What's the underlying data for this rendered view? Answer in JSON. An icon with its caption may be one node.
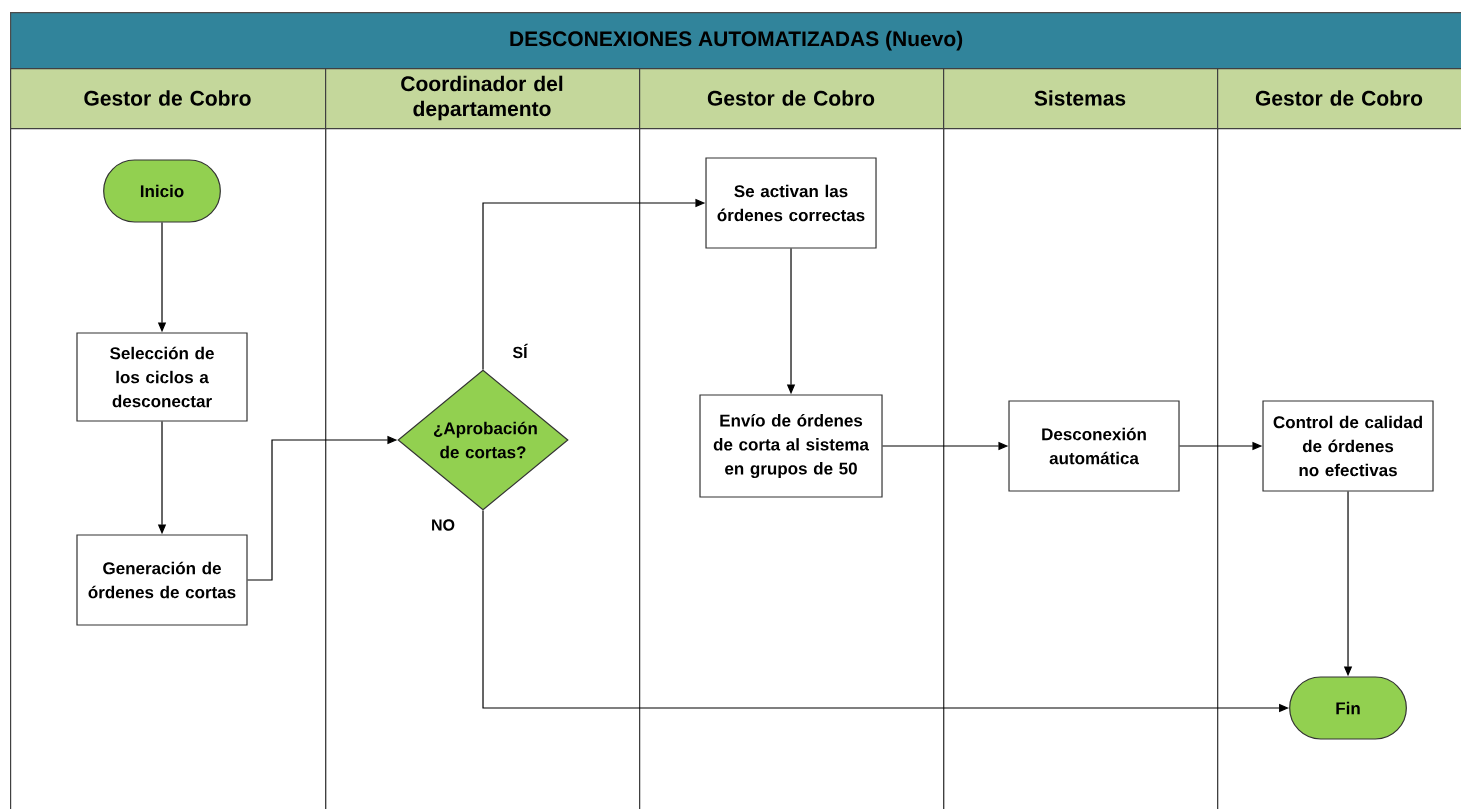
{
  "diagram": {
    "title": "DESCONEXIONES AUTOMATIZADAS (Nuevo)",
    "nodes": [
      {
        "text": [
          "Gestor de Cobro"
        ]
      },
      {
        "text": [
          "Coordinador del departamento"
        ]
      },
      {
        "text": [
          "Gestor de Cobro"
        ]
      },
      {
        "text": [
          "Sistemas"
        ]
      },
      {
        "text": [
          "Gestor de Cobro"
        ]
      },
      {
        "text": [
          "Inicio"
        ],
        "in": 0
      },
      {
        "text": [
          "Selección de los ciclos a desconectar"
        ],
        "in": 0
      },
      {
        "text": [
          "Generación de órdenes de cortas"
        ],
        "in": 0
      },
      {
        "text": [
          "¿Aprobación de cortas?"
        ],
        "in": 1
      },
      {
        "text": [
          "Se activan las órdenes correctas"
        ],
        "in": 2
      },
      {
        "text": [
          "Envío de órdenes de corta al sistema en grupos de 50"
        ],
        "in": 2
      },
      {
        "text": [
          "Desconexión automática"
        ],
        "in": 3
      },
      {
        "text": [
          "Control de calidad de órdenes no efectivas"
        ],
        "in": 4
      },
      {
        "text": [
          "Fin"
        ],
        "in": 4
      }
    ],
    "edges": [
      {
        "from": 5,
        "to": 6,
        "arrow": "to"
      },
      {
        "from": 6,
        "to": 7,
        "arrow": "to"
      },
      {
        "from": 7,
        "to": 8,
        "arrow": "to"
      },
      {
        "from": 8,
        "to": 9,
        "arrow": "to",
        "label": "SÍ"
      },
      {
        "from": 9,
        "to": 10,
        "arrow": "to"
      },
      {
        "from": 10,
        "to": 11,
        "arrow": "to"
      },
      {
        "from": 11,
        "to": 12,
        "arrow": "to"
      },
      {
        "from": 12,
        "to": 13,
        "arrow": "to"
      },
      {
        "from": 8,
        "to": 13,
        "arrow": "to",
        "label": "NO"
      }
    ]
  }
}
